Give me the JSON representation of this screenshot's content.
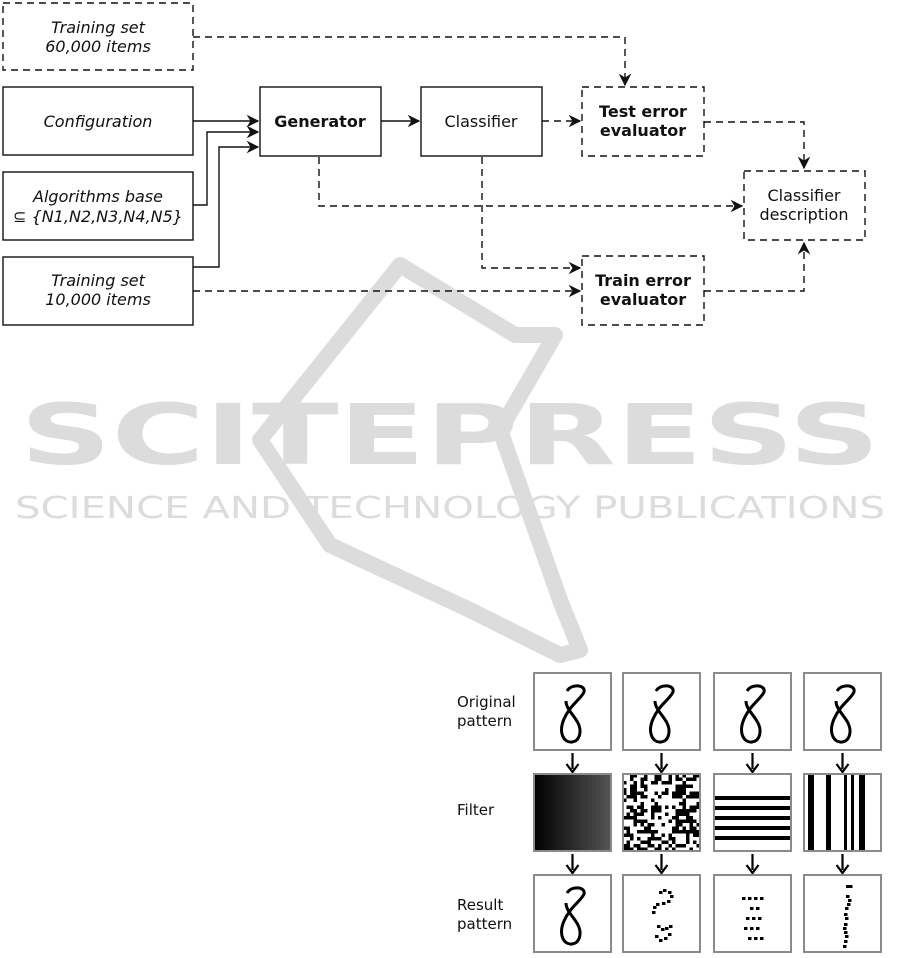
{
  "watermark": {
    "brand": "SCITEPRESS",
    "tagline": "SCIENCE AND TECHNOLOGY PUBLICATIONS",
    "color": "#d9d9d9"
  },
  "flow": {
    "training_set_60k": {
      "line1": "Training set",
      "line2": "60,000 items"
    },
    "configuration": {
      "label": "Configuration"
    },
    "algorithms_base": {
      "line1": "Algorithms base",
      "line2": "⊆ {N1,N2,N3,N4,N5}"
    },
    "training_set_10k": {
      "line1": "Training set",
      "line2": "10,000 items"
    },
    "generator": {
      "label": "Generator"
    },
    "classifier": {
      "label": "Classifier"
    },
    "test_error_evaluator": {
      "line1": "Test error",
      "line2": "evaluator"
    },
    "train_error_evaluator": {
      "line1": "Train error",
      "line2": "evaluator"
    },
    "classifier_description": {
      "line1": "Classifier",
      "line2": "description"
    }
  },
  "filters_figure": {
    "row_labels": {
      "original": {
        "line1": "Original",
        "line2": "pattern"
      },
      "filter": {
        "line1": "Filter"
      },
      "result": {
        "line1": "Result",
        "line2": "pattern"
      }
    },
    "filter_types": [
      "gradient",
      "noise",
      "horizontal-stripes",
      "vertical-stripes"
    ],
    "frame_color": "#8a8a8a"
  }
}
